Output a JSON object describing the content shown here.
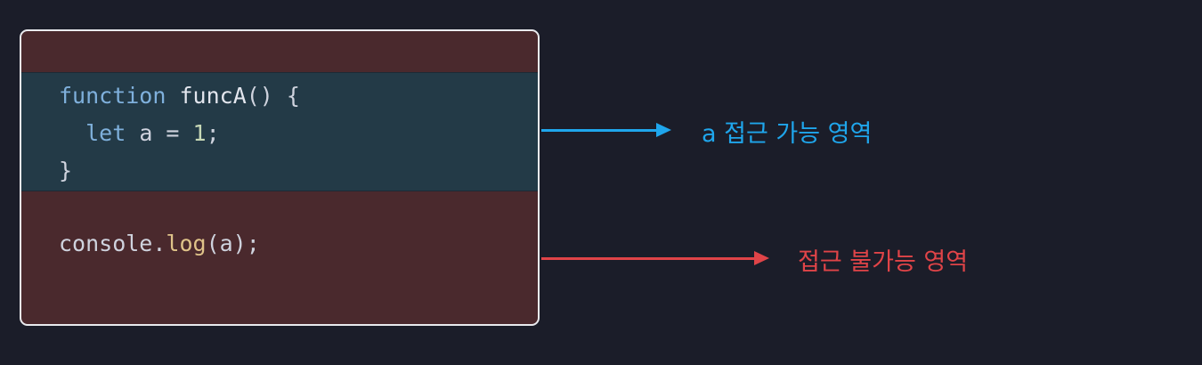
{
  "code": {
    "fn_keyword": "function",
    "fn_name": "funcA",
    "fn_open": "() {",
    "let_keyword": "let",
    "let_body": "a = ",
    "let_value": "1",
    "let_end": ";",
    "fn_close": "}",
    "log_object": "console.",
    "log_method": "log",
    "log_args": "(a);"
  },
  "labels": {
    "access": "a 접근 가능 영역",
    "no_access": "접근 불가능 영역"
  },
  "colors": {
    "background": "#1b1d29",
    "outer_scope": "#4a292d",
    "function_scope": "#233a47",
    "access_blue": "#1fa6ec",
    "no_access_red": "#e04448"
  }
}
